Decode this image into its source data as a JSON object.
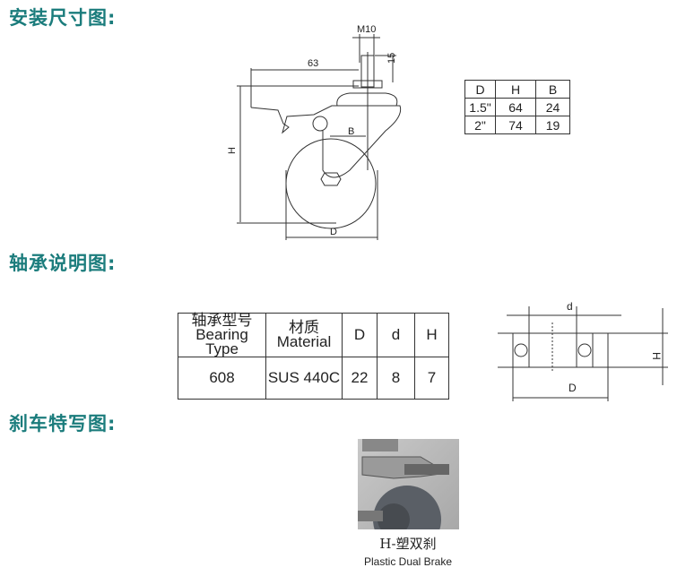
{
  "headings": {
    "install": "安装尺寸图:",
    "bearing": "轴承说明图:",
    "brake": "刹车特写图:"
  },
  "caster_drawing": {
    "labels": {
      "thread": "M10",
      "length63": "63",
      "stem": "15",
      "B": "B",
      "H": "H",
      "D": "D"
    }
  },
  "size_table": {
    "headers": [
      "D",
      "H",
      "B"
    ],
    "rows": [
      [
        "1.5\"",
        "64",
        "24"
      ],
      [
        "2\"",
        "74",
        "19"
      ]
    ]
  },
  "bearing_table": {
    "headers": [
      {
        "cn": "轴承型号",
        "en": "Bearing Type"
      },
      {
        "cn": "材质",
        "en": "Material"
      },
      {
        "en": "D"
      },
      {
        "en": "d"
      },
      {
        "en": "H"
      }
    ],
    "row": [
      "608",
      "SUS 440C",
      "22",
      "8",
      "7"
    ]
  },
  "bearing_diagram": {
    "labels": {
      "d": "d",
      "D": "D",
      "H": "H"
    }
  },
  "brake_photo": {
    "caption_cn": "H-塑双刹",
    "caption_en": "Plastic Dual Brake"
  },
  "colors": {
    "heading": "#1b7c7c"
  }
}
